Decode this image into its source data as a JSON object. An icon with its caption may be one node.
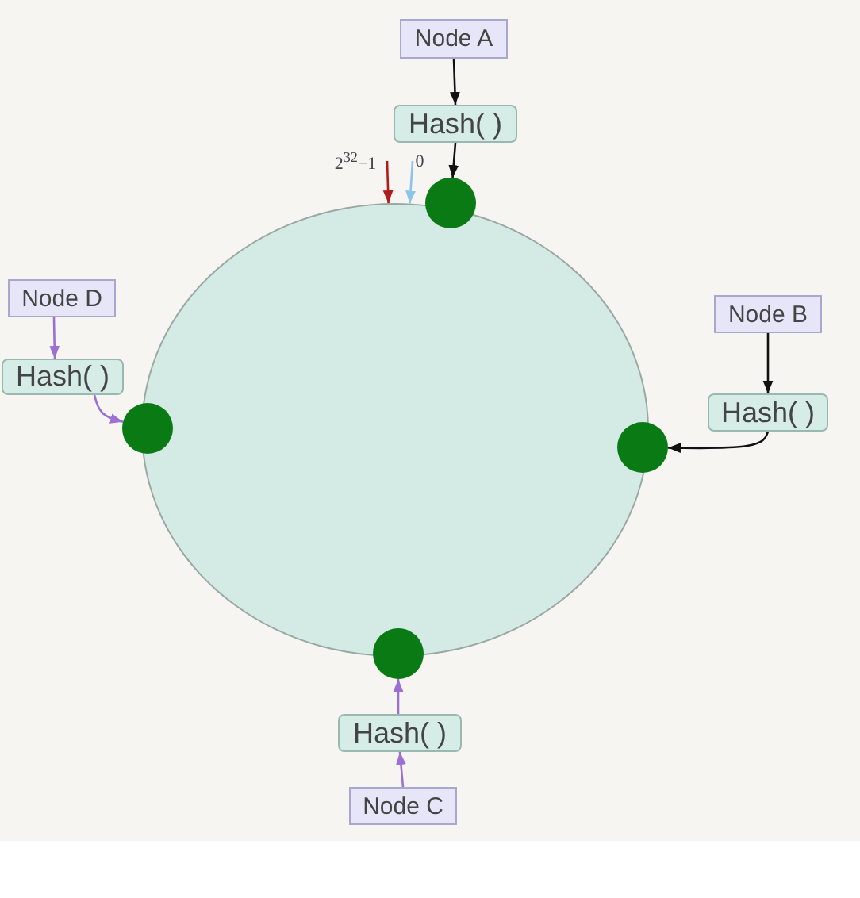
{
  "diagram": {
    "nodes": [
      {
        "text": [
          "Node A"
        ]
      },
      {
        "text": [
          "Hash( )"
        ]
      },
      {
        "text": [],
        "shape": "circle"
      },
      {
        "text": [
          "Node D"
        ]
      },
      {
        "text": [
          "Hash( )"
        ]
      },
      {
        "text": [],
        "shape": "circle"
      },
      {
        "text": [
          "Node B"
        ]
      },
      {
        "text": [
          "Hash( )"
        ]
      },
      {
        "text": [],
        "shape": "circle"
      },
      {
        "text": [],
        "shape": "circle"
      },
      {
        "text": [
          "Hash( )"
        ]
      },
      {
        "text": [
          "Node C"
        ]
      },
      {
        "text": [],
        "shape": "ellipse"
      },
      {
        "text": [
          "2$^{32}$−1"
        ]
      },
      {
        "text": [
          "0"
        ]
      }
    ],
    "edges": [
      {
        "from": 0,
        "to": 1,
        "arrow": "to",
        "color": "#111111"
      },
      {
        "from": 1,
        "to": 2,
        "arrow": "to",
        "color": "#111111"
      },
      {
        "from": 3,
        "to": 4,
        "arrow": "to",
        "color": "#9b6fd3"
      },
      {
        "from": 4,
        "to": 5,
        "arrow": "to",
        "color": "#9b6fd3"
      },
      {
        "from": 6,
        "to": 7,
        "arrow": "to",
        "color": "#111111"
      },
      {
        "from": 7,
        "to": 8,
        "arrow": "to",
        "color": "#111111"
      },
      {
        "from": 11,
        "to": 10,
        "arrow": "to",
        "color": "#9b6fd3"
      },
      {
        "from": 10,
        "to": 9,
        "arrow": "to",
        "color": "#9b6fd3"
      },
      {
        "from": 13,
        "to": 12,
        "arrow": "to",
        "color": "#b01c1c"
      },
      {
        "from": 14,
        "to": 12,
        "arrow": "to",
        "color": "#8cc4e8"
      }
    ]
  }
}
